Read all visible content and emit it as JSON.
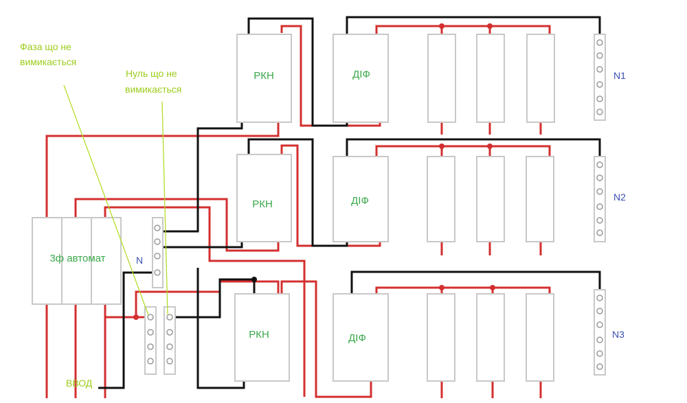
{
  "labels": {
    "rkn": "РКН",
    "dif": "ДІФ",
    "breaker_3f": "3ф автомат",
    "n_main": "N",
    "n1": "N1",
    "n2": "N2",
    "n3": "N3",
    "vvod": "ВВОД",
    "note_phase_line1": "Фаза що не",
    "note_phase_line2": "вимикається",
    "note_neutral_line1": "Нуль що не",
    "note_neutral_line2": "вимикається"
  },
  "colors": {
    "phase_wire": "#d32f2f",
    "neutral_wire": "#111111",
    "annotation": "#b4dc2a",
    "device_label": "#3aa84a",
    "bus_label": "#3a4fb0"
  }
}
